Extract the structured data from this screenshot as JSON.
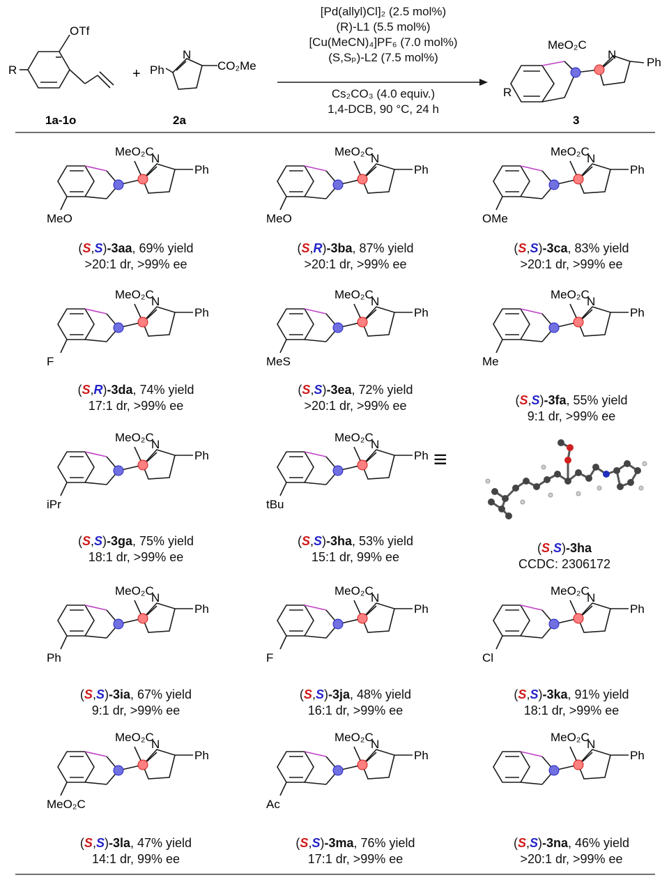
{
  "header": {
    "reactant1": {
      "label": "1a-1o",
      "substituent": "R",
      "otf": "OTf"
    },
    "plus": "+",
    "reactant2": {
      "label": "2a",
      "ph": "Ph",
      "n": "N",
      "ester": "CO₂Me"
    },
    "conditions": [
      "[Pd(allyl)Cl]₂ (2.5 mol%)",
      "(R)-L1 (5.5 mol%)",
      "[Cu(MeCN)₄]PF₆ (7.0 mol%)",
      "(S,Sₚ)-L2 (7.5 mol%)",
      "Cs₂CO₃ (4.0 equiv.)",
      "1,4-DCB, 90 °C, 24 h"
    ],
    "product": {
      "label": "3",
      "substituent": "R",
      "ester": "MeO₂C",
      "n": "N",
      "ph": "Ph"
    }
  },
  "common": {
    "ester": "MeO₂C",
    "n": "N",
    "ph": "Ph"
  },
  "compounds": [
    {
      "sub": "MeO",
      "c1": "S",
      "c2": "S",
      "code": "-3aa",
      "yield": ", 69% yield",
      "stats": ">20:1 dr, >99% ee"
    },
    {
      "sub": "MeO",
      "c1": "S",
      "c2": "R",
      "code": "-3ba",
      "yield": ", 87% yield",
      "stats": ">20:1 dr, >99% ee"
    },
    {
      "sub": "OMe",
      "c1": "S",
      "c2": "S",
      "code": "-3ca",
      "yield": ", 83% yield",
      "stats": ">20:1 dr, >99% ee"
    },
    {
      "sub": "F",
      "c1": "S",
      "c2": "R",
      "code": "-3da",
      "yield": ", 74% yield",
      "stats": "17:1 dr, >99% ee"
    },
    {
      "sub": "MeS",
      "c1": "S",
      "c2": "S",
      "code": "-3ea",
      "yield": ", 72% yield",
      "stats": ">20:1 dr, >99% ee"
    },
    {
      "sub": "Me",
      "c1": "S",
      "c2": "S",
      "code": "-3fa",
      "yield": ", 55% yield",
      "stats": "9:1 dr, >99% ee"
    },
    {
      "sub": "iPr",
      "c1": "S",
      "c2": "S",
      "code": "-3ga",
      "yield": ", 75% yield",
      "stats": "18:1 dr, >99% ee"
    },
    {
      "sub": "tBu",
      "c1": "S",
      "c2": "S",
      "code": "-3ha",
      "yield": ", 53% yield",
      "stats": "15:1 dr, 99% ee"
    },
    {
      "sub": "Ph",
      "c1": "S",
      "c2": "S",
      "code": "-3ia",
      "yield": ", 67% yield",
      "stats": "9:1 dr, >99% ee"
    },
    {
      "sub": "F",
      "c1": "S",
      "c2": "S",
      "code": "-3ja",
      "yield": ", 48% yield",
      "stats": "16:1 dr, >99% ee"
    },
    {
      "sub": "Cl",
      "c1": "S",
      "c2": "S",
      "code": "-3ka",
      "yield": ", 91% yield",
      "stats": "18:1 dr, >99% ee"
    },
    {
      "sub": "MeO₂C",
      "c1": "S",
      "c2": "S",
      "code": "-3la",
      "yield": ", 47% yield",
      "stats": "14:1 dr, 99% ee"
    },
    {
      "sub": "Ac",
      "c1": "S",
      "c2": "S",
      "code": "-3ma",
      "yield": ", 76% yield",
      "stats": "17:1 dr, >99% ee"
    },
    {
      "sub": "",
      "c1": "S",
      "c2": "S",
      "code": "-3na",
      "yield": ", 46% yield",
      "stats": ">20:1 dr, >99% ee"
    }
  ],
  "xray": {
    "c1": "S",
    "c2": "S",
    "code": "-3ha",
    "ccdc": "CCDC: 2306172",
    "equiv": "≡"
  },
  "colors": {
    "red_center": "#d01818",
    "blue_center": "#2323c8",
    "pink_bond": "#c040c8",
    "bond": "#1a1a1a"
  }
}
